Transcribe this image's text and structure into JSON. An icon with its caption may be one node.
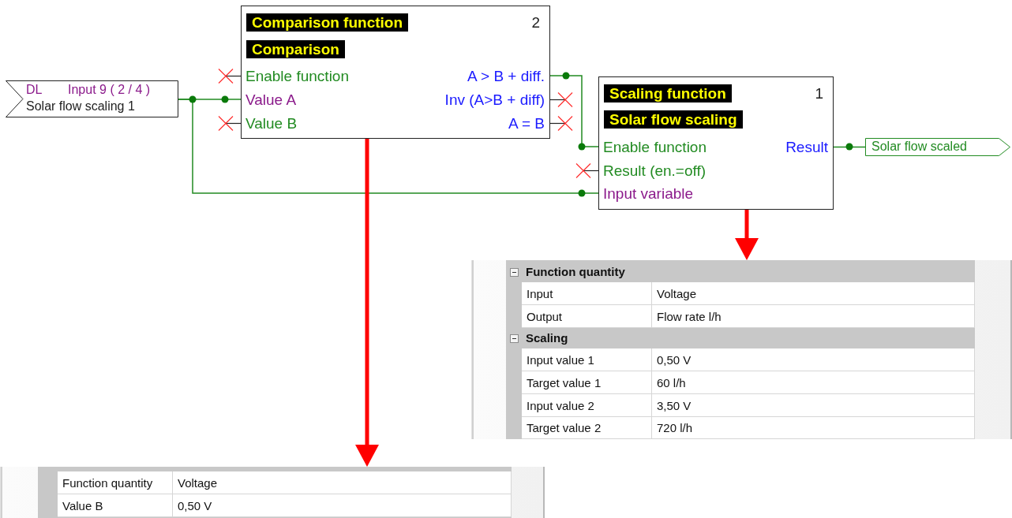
{
  "diagram": {
    "nodes": [
      {
        "text": [
          "DL",
          "Input 9 ( 2 / 4 )",
          "Solar flow scaling 1"
        ]
      },
      {
        "text": [
          "Comparison function",
          "2",
          "Comparison"
        ]
      },
      {
        "text": [
          "Enable function"
        ],
        "in": 1
      },
      {
        "text": [
          "Value A"
        ],
        "in": 1
      },
      {
        "text": [
          "Value B"
        ],
        "in": 1
      },
      {
        "text": [
          "A > B + diff."
        ],
        "in": 1
      },
      {
        "text": [
          "Inv (A>B + diff)"
        ],
        "in": 1
      },
      {
        "text": [
          "A = B"
        ],
        "in": 1
      },
      {
        "text": [
          "Scaling function",
          "1",
          "Solar flow scaling"
        ]
      },
      {
        "text": [
          "Enable function"
        ],
        "in": 8
      },
      {
        "text": [
          "Result (en.=off)"
        ],
        "in": 8
      },
      {
        "text": [
          "Input variable"
        ],
        "in": 8
      },
      {
        "text": [
          "Result"
        ],
        "in": 8
      },
      {
        "text": [
          "Solar flow scaled"
        ]
      },
      {
        "text": [],
        "shape": "box"
      },
      {
        "text": [],
        "shape": "box"
      }
    ],
    "edges": [
      {
        "from": 0,
        "to": 3,
        "arrow": "none"
      },
      {
        "from": 0,
        "to": 11,
        "arrow": "none"
      },
      {
        "from": 5,
        "to": 9,
        "arrow": "none"
      },
      {
        "from": 12,
        "to": 13,
        "arrow": "none"
      },
      {
        "from": 1,
        "to": 14,
        "arrow": "to",
        "style": "thick",
        "color": "#ff0000"
      },
      {
        "from": 8,
        "to": 15,
        "arrow": "to",
        "style": "thick",
        "color": "#ff0000"
      }
    ],
    "labels": [
      "Function quantity",
      "Input",
      "Voltage",
      "Output",
      "Flow rate l/h",
      "Scaling",
      "Input value 1",
      "0,50 V",
      "Target value 1",
      "60 l/h",
      "Input value 2",
      "3,50 V",
      "Target value 2",
      "720 l/h",
      "Function quantity",
      "Voltage",
      "Value B",
      "0,50 V"
    ]
  }
}
